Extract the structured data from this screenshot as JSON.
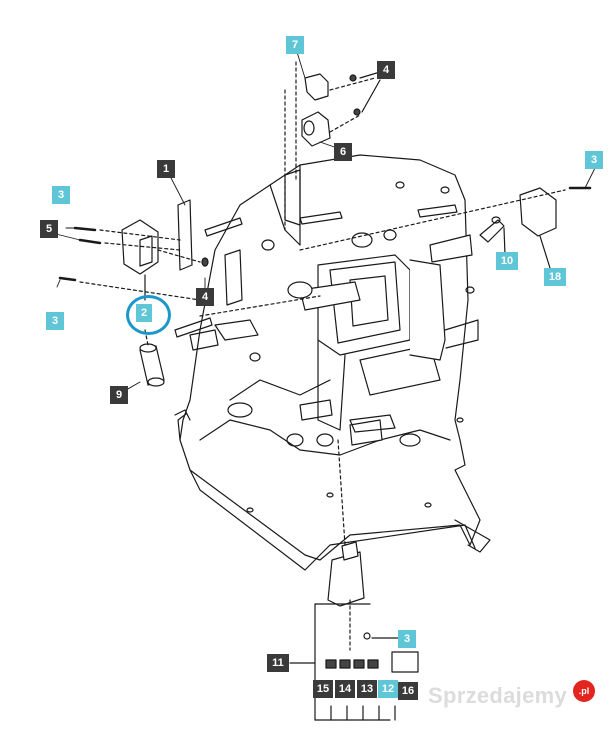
{
  "callouts": [
    {
      "id": "c7",
      "label": "7",
      "variant": "teal"
    },
    {
      "id": "c4a",
      "label": "4",
      "variant": "dark"
    },
    {
      "id": "c6",
      "label": "6",
      "variant": "dark"
    },
    {
      "id": "c1",
      "label": "1",
      "variant": "dark"
    },
    {
      "id": "c3a",
      "label": "3",
      "variant": "teal"
    },
    {
      "id": "c5",
      "label": "5",
      "variant": "dark"
    },
    {
      "id": "c3b",
      "label": "3",
      "variant": "teal"
    },
    {
      "id": "c2",
      "label": "2",
      "variant": "teal"
    },
    {
      "id": "c4b",
      "label": "4",
      "variant": "dark"
    },
    {
      "id": "c9",
      "label": "9",
      "variant": "dark"
    },
    {
      "id": "c3c",
      "label": "3",
      "variant": "teal"
    },
    {
      "id": "c10",
      "label": "10",
      "variant": "teal"
    },
    {
      "id": "c18",
      "label": "18",
      "variant": "teal"
    },
    {
      "id": "c3d",
      "label": "3",
      "variant": "teal"
    },
    {
      "id": "c11",
      "label": "11",
      "variant": "dark"
    },
    {
      "id": "c15",
      "label": "15",
      "variant": "dark"
    },
    {
      "id": "c14",
      "label": "14",
      "variant": "dark"
    },
    {
      "id": "c13",
      "label": "13",
      "variant": "dark"
    },
    {
      "id": "c12",
      "label": "12",
      "variant": "teal"
    },
    {
      "id": "c16",
      "label": "16",
      "variant": "dark"
    }
  ],
  "highlighted_callout": "c2",
  "colors": {
    "dark_callout": "#3a3a3a",
    "teal_callout": "#5fc6d8",
    "highlight_ring": "#1b97c9",
    "line_art": "#1a1a1a"
  },
  "watermark": {
    "text": "Sprzedajemy",
    "badge": ".pl"
  }
}
